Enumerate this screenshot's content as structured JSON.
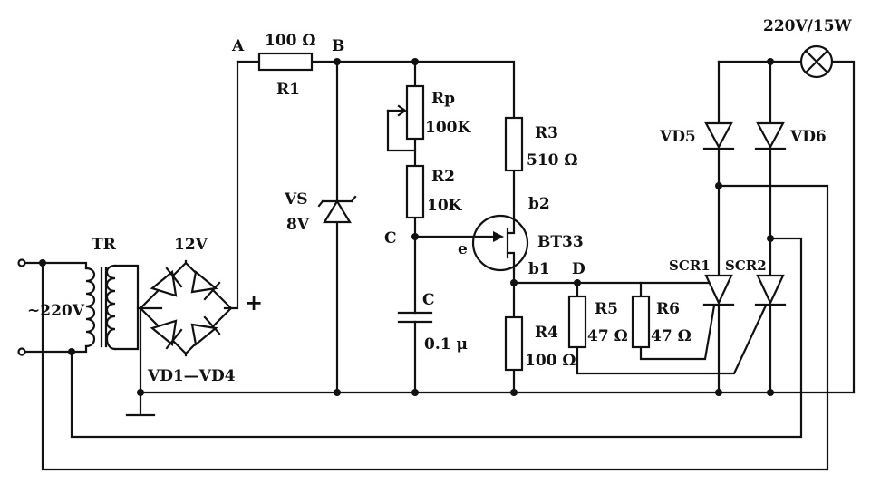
{
  "labels": {
    "node_a": "A",
    "node_b": "B",
    "r1_value": "100 Ω",
    "r1_name": "R1",
    "vs_name": "VS",
    "vs_value": "8V",
    "rp_name": "Rp",
    "rp_value": "100K",
    "r2_name": "R2",
    "r2_value": "10K",
    "node_c": "C",
    "cap_name": "C",
    "cap_value": "0.1 μ",
    "r3_name": "R3",
    "r3_value": "510 Ω",
    "b2_label": "b2",
    "e_label": "e",
    "ujt_name": "BT33",
    "b1_label": "b1",
    "node_d": "D",
    "r4_name": "R4",
    "r4_value": "100 Ω",
    "r5_name": "R5",
    "r5_value": "47 Ω",
    "r6_name": "R6",
    "r6_value": "47 Ω",
    "lamp_label": "220V/15W",
    "vd5_name": "VD5",
    "vd6_name": "VD6",
    "scr1_name": "SCR1",
    "scr2_name": "SCR2",
    "tr_name": "TR",
    "v12_label": "12V",
    "plus_label": "+",
    "ac_label": "~220V",
    "bridge_name": "VD1—VD4"
  }
}
